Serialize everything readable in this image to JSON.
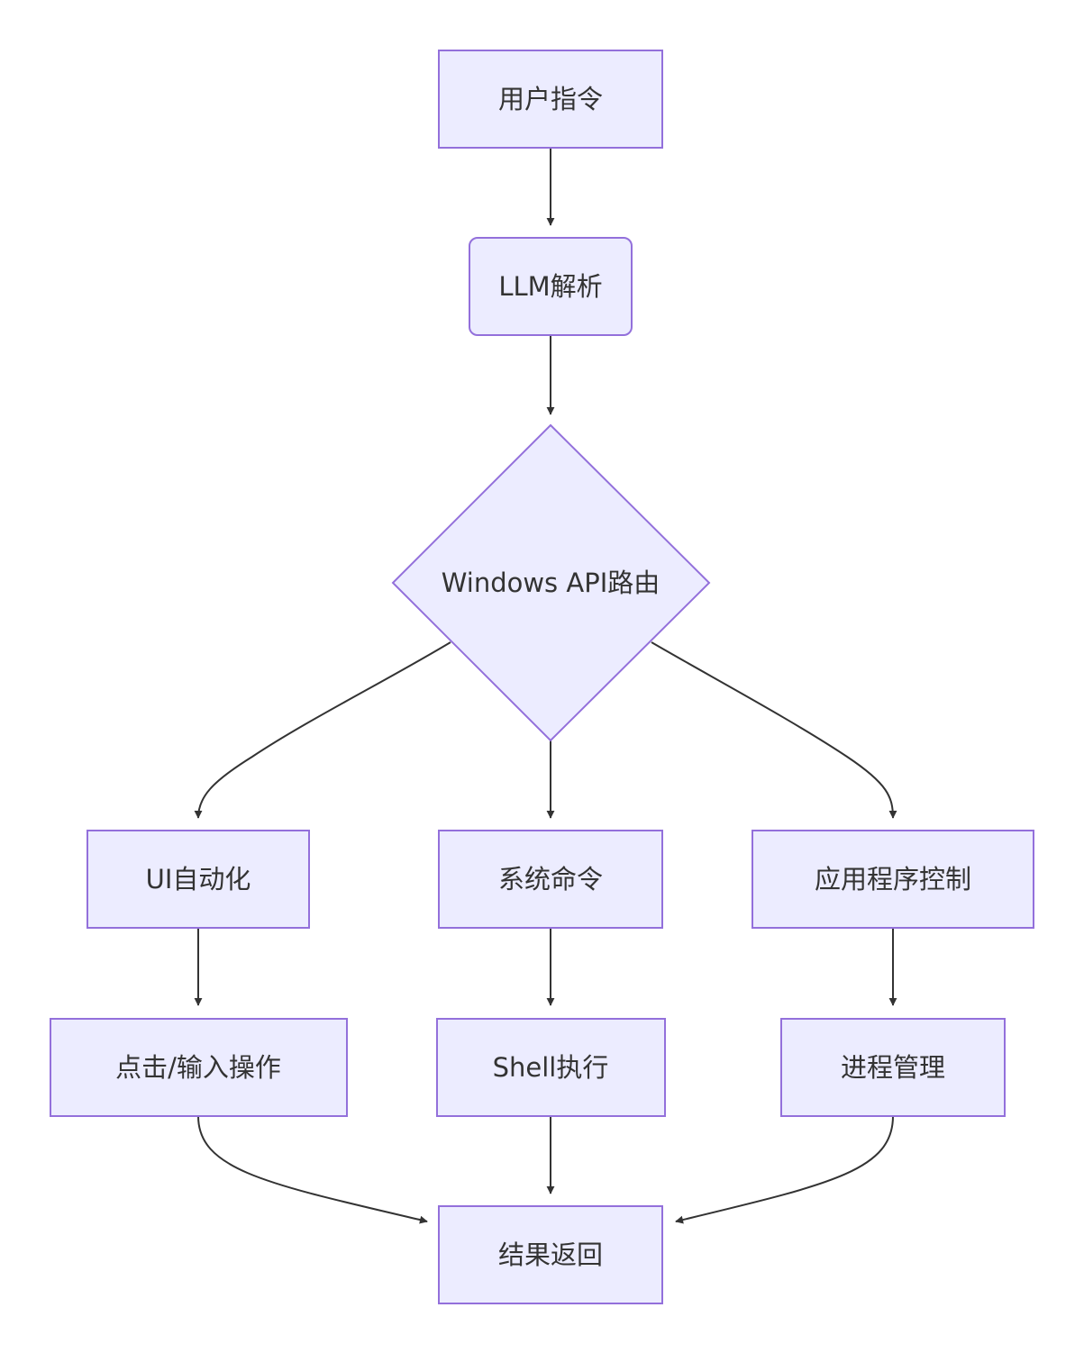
{
  "diagram": {
    "type": "flowchart",
    "nodes": {
      "user_command": "用户指令",
      "llm_parse": "LLM解析",
      "api_router": "Windows API路由",
      "ui_automation": "UI自动化",
      "system_command": "系统命令",
      "app_control": "应用程序控制",
      "click_input": "点击/输入操作",
      "shell_exec": "Shell执行",
      "process_mgmt": "进程管理",
      "result_return": "结果返回"
    },
    "edges": [
      [
        "user_command",
        "llm_parse"
      ],
      [
        "llm_parse",
        "api_router"
      ],
      [
        "api_router",
        "ui_automation"
      ],
      [
        "api_router",
        "system_command"
      ],
      [
        "api_router",
        "app_control"
      ],
      [
        "ui_automation",
        "click_input"
      ],
      [
        "system_command",
        "shell_exec"
      ],
      [
        "app_control",
        "process_mgmt"
      ],
      [
        "click_input",
        "result_return"
      ],
      [
        "shell_exec",
        "result_return"
      ],
      [
        "process_mgmt",
        "result_return"
      ]
    ],
    "colors": {
      "node_fill": "#ececff",
      "node_stroke": "#9370db",
      "edge": "#333333",
      "text": "#333333"
    }
  }
}
